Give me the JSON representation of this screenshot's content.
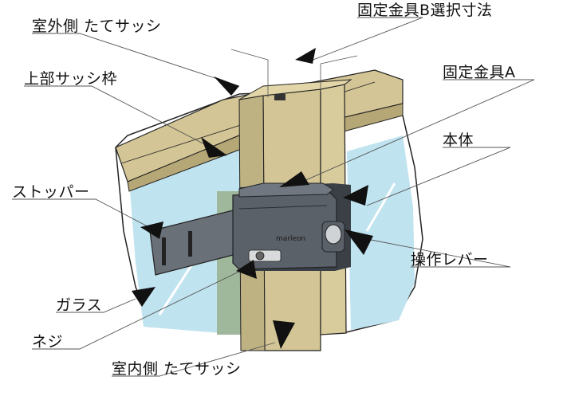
{
  "labels": {
    "outdoor_sash": "室外側 たてサッシ",
    "fixing_bracket_b": "固定金具B選択寸法",
    "upper_sash_frame": "上部サッシ枠",
    "fixing_bracket_a": "固定金具A",
    "body": "本体",
    "stopper": "ストッパー",
    "lever": "操作レバー",
    "glass": "ガラス",
    "screw": "ネジ",
    "indoor_sash": "室内側 たてサッシ"
  },
  "device_brand": "marleon",
  "colors": {
    "wood": "#d3c595",
    "wood_dark": "#b6a776",
    "glass": "#bfe3ef",
    "device": "#555b63",
    "device_dark": "#3b4047",
    "arrow": "#111111"
  }
}
